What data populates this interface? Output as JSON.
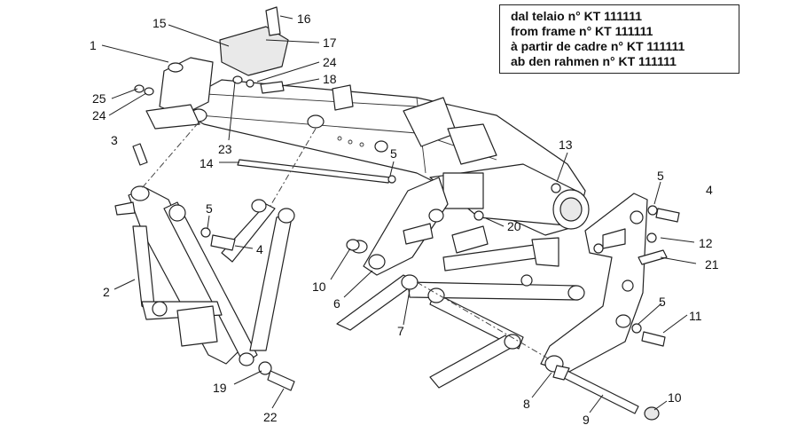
{
  "note": {
    "lines": [
      "dal telaio n° KT 111111",
      "from frame n° KT 111111",
      "à partir de cadre n° KT 111111",
      "ab den rahmen n° KT 111111"
    ]
  },
  "callouts": [
    {
      "id": "c16",
      "label": "16"
    },
    {
      "id": "c15",
      "label": "15"
    },
    {
      "id": "c1",
      "label": "1"
    },
    {
      "id": "c17",
      "label": "17"
    },
    {
      "id": "c24a",
      "label": "24"
    },
    {
      "id": "c18",
      "label": "18"
    },
    {
      "id": "c25",
      "label": "25"
    },
    {
      "id": "c24b",
      "label": "24"
    },
    {
      "id": "c3",
      "label": "3"
    },
    {
      "id": "c23",
      "label": "23"
    },
    {
      "id": "c14",
      "label": "14"
    },
    {
      "id": "c5a",
      "label": "5"
    },
    {
      "id": "c13",
      "label": "13"
    },
    {
      "id": "c5b",
      "label": "5"
    },
    {
      "id": "c4a",
      "label": "4"
    },
    {
      "id": "c5c",
      "label": "5"
    },
    {
      "id": "c4b",
      "label": "4"
    },
    {
      "id": "c20",
      "label": "20"
    },
    {
      "id": "c12",
      "label": "12"
    },
    {
      "id": "c21",
      "label": "21"
    },
    {
      "id": "c2",
      "label": "2"
    },
    {
      "id": "c10a",
      "label": "10"
    },
    {
      "id": "c6",
      "label": "6"
    },
    {
      "id": "c7",
      "label": "7"
    },
    {
      "id": "c5d",
      "label": "5"
    },
    {
      "id": "c11",
      "label": "11"
    },
    {
      "id": "c19",
      "label": "19"
    },
    {
      "id": "c22",
      "label": "22"
    },
    {
      "id": "c8",
      "label": "8"
    },
    {
      "id": "c9",
      "label": "9"
    },
    {
      "id": "c10b",
      "label": "10"
    }
  ]
}
